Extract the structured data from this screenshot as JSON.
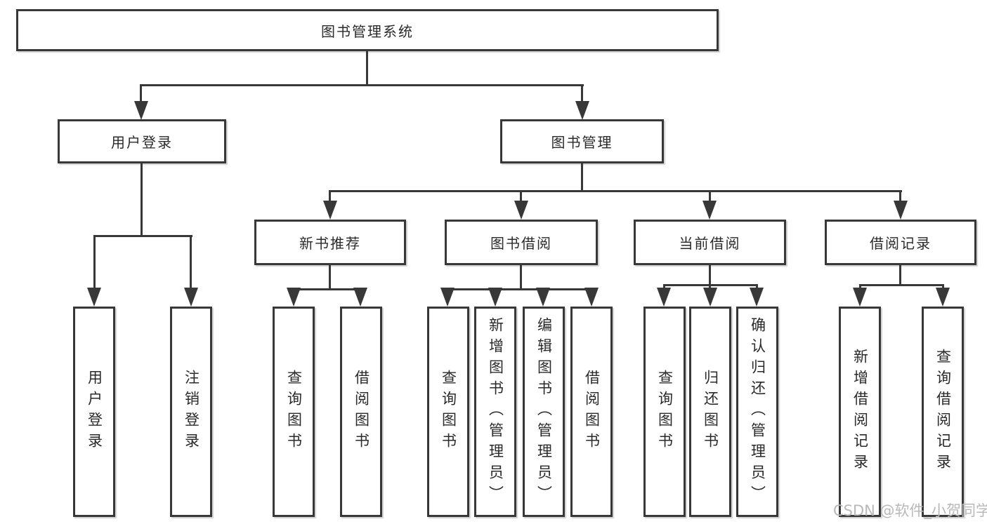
{
  "diagram": {
    "root": {
      "label": "图书管理系统"
    },
    "user_login": {
      "label": "用户登录",
      "children": [
        {
          "label": "用户登录"
        },
        {
          "label": "注销登录"
        }
      ]
    },
    "book_mgmt": {
      "label": "图书管理",
      "children": [
        {
          "label": "新书推荐",
          "children": [
            {
              "label": "查询图书"
            },
            {
              "label": "借阅图书"
            }
          ]
        },
        {
          "label": "图书借阅",
          "children": [
            {
              "label": "查询图书"
            },
            {
              "label": "新增图书（管理员）"
            },
            {
              "label": "编辑图书（管理员）"
            },
            {
              "label": "借阅图书"
            }
          ]
        },
        {
          "label": "当前借阅",
          "children": [
            {
              "label": "查询图书"
            },
            {
              "label": "归还图书"
            },
            {
              "label": "确认归还（管理员）"
            }
          ]
        },
        {
          "label": "借阅记录",
          "children": [
            {
              "label": "新增借阅记录"
            },
            {
              "label": "查询借阅记录"
            }
          ]
        }
      ]
    }
  },
  "watermark": {
    "text": "CSDN @软件_小贺同学"
  },
  "colors": {
    "line": "#383838",
    "text": "#2a2a2a",
    "box_background": "#ffffff",
    "watermark": "#b9b9b9"
  }
}
